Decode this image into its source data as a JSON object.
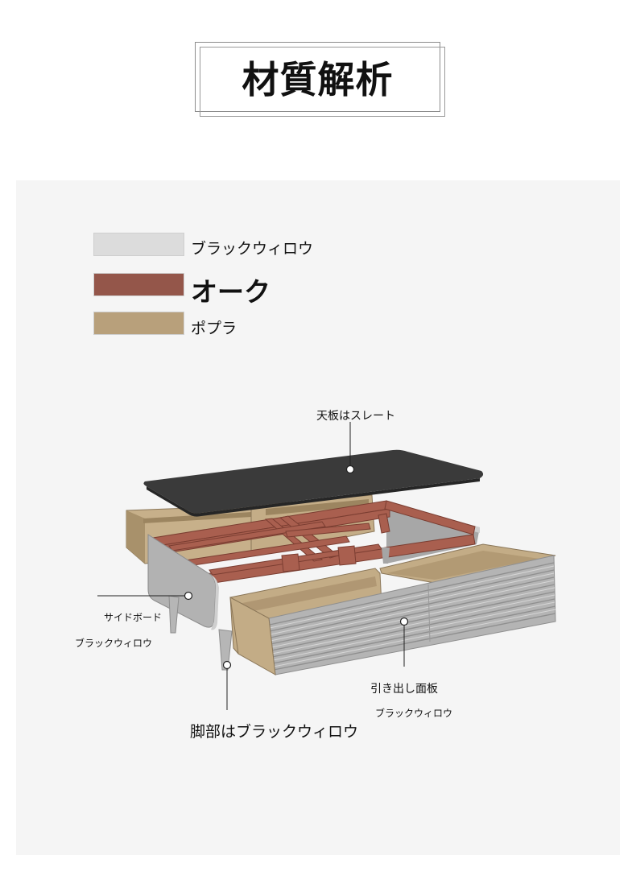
{
  "title": "材質解析",
  "legend": [
    {
      "label": "ブラックウィロウ",
      "color": "#dcdcdc"
    },
    {
      "label": "オーク",
      "color": "#94564a"
    },
    {
      "label": "ポプラ",
      "color": "#b8a07b"
    }
  ],
  "callouts": {
    "top": "天板はスレート",
    "side": "サイドボード",
    "side_material": "ブラックウィロウ",
    "drawer": "引き出し面板",
    "drawer_material": "ブラックウィロウ",
    "legs": "脚部はブラックウィロウ"
  }
}
